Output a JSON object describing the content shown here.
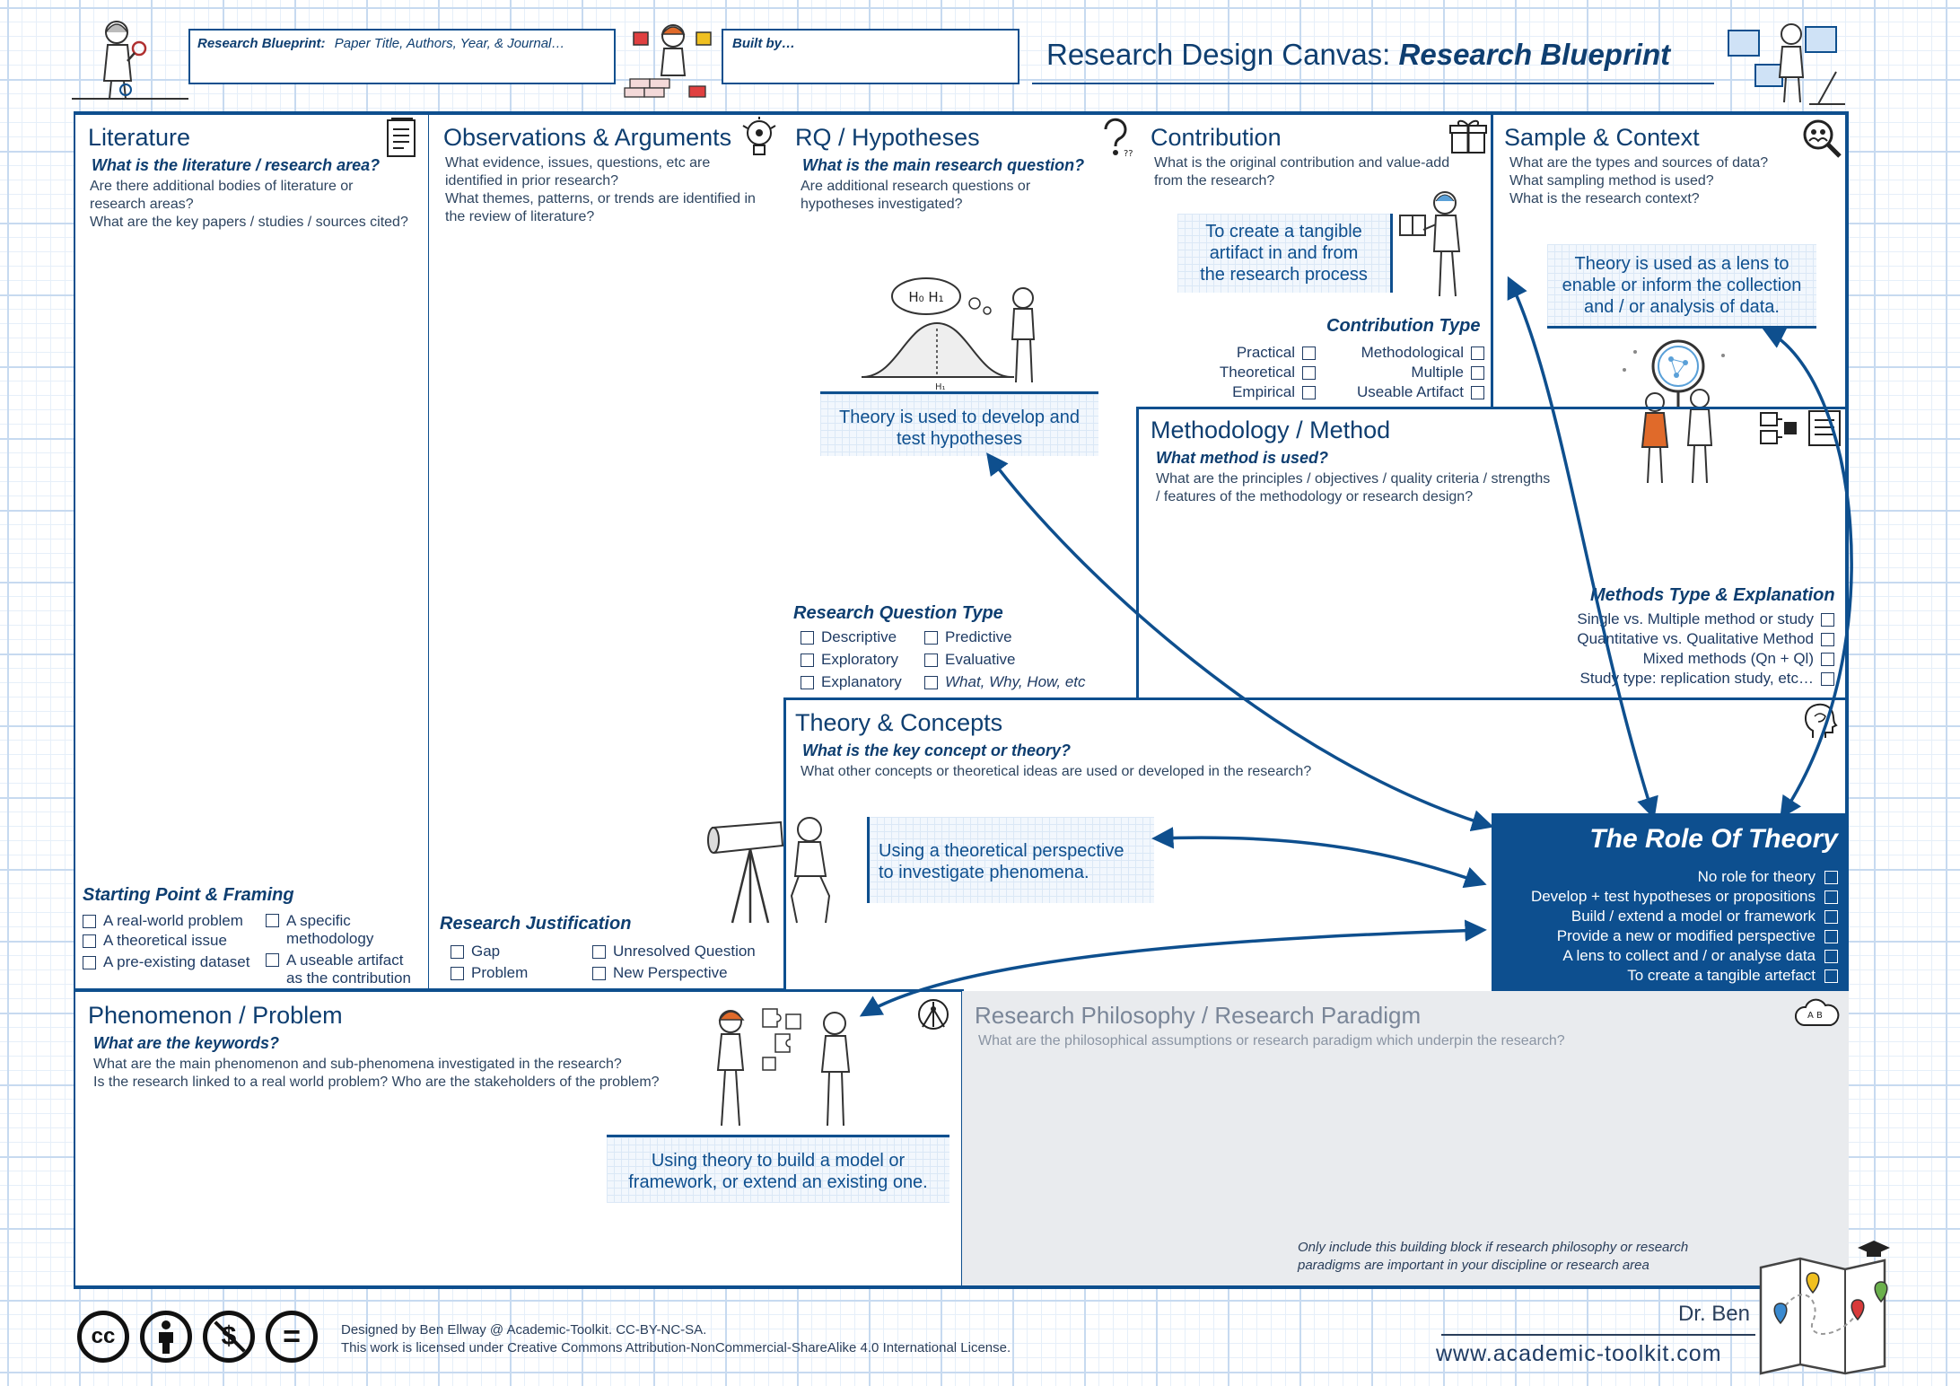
{
  "header": {
    "blueprint_label": "Research Blueprint:",
    "blueprint_value": "Paper Title, Authors, Year, & Journal…",
    "built_by_label": "Built by…",
    "canvas_title": "Research Design Canvas:",
    "canvas_subtitle": "Research Blueprint"
  },
  "literature": {
    "title": "Literature",
    "question": "What is the literature / research area?",
    "desc": [
      "Are there additional bodies of literature or",
      "research areas?",
      "What are the key papers / studies / sources cited?"
    ],
    "framing_title": "Starting Point & Framing",
    "framing_items": [
      "A real-world problem",
      "A theoretical issue",
      "A pre-existing dataset",
      "A specific",
      "methodology",
      "A useable artifact",
      "as the contribution"
    ]
  },
  "observations": {
    "title": "Observations & Arguments",
    "desc": [
      "What evidence, issues, questions, etc are",
      "identified in prior research?",
      "What themes, patterns, or trends are identified in",
      "the review of literature?"
    ],
    "justification_title": "Research Justification",
    "justification_items": [
      "Gap",
      "Problem",
      "Unresolved Question",
      "New Perspective"
    ]
  },
  "rq": {
    "title": "RQ / Hypotheses",
    "question": "What is the main research question?",
    "desc": [
      "Are additional research questions or",
      "hypotheses investigated?"
    ],
    "callout": [
      "Theory is used to develop and",
      "test hypotheses"
    ],
    "bubble": "H₀ H₁",
    "axis_label": "H₁",
    "type_title": "Research Question Type",
    "types": [
      "Descriptive",
      "Exploratory",
      "Explanatory",
      "Predictive",
      "Evaluative",
      "What, Why, How, etc"
    ]
  },
  "contribution": {
    "title": "Contribution",
    "desc": [
      "What is the original contribution and value-add",
      "from the research?"
    ],
    "callout": [
      "To create a tangible",
      "artifact in and from",
      "the research process"
    ],
    "type_title": "Contribution Type",
    "types": [
      "Practical",
      "Theoretical",
      "Empirical",
      "Methodological",
      "Multiple",
      "Useable Artifact"
    ]
  },
  "sample": {
    "title": "Sample & Context",
    "desc": [
      "What are the types and sources of data?",
      "What sampling method is used?",
      "What is the research context?"
    ],
    "callout": [
      "Theory is used as a lens to",
      "enable or inform the collection",
      "and / or analysis of data."
    ]
  },
  "methodology": {
    "title": "Methodology / Method",
    "question": "What method is used?",
    "desc": [
      "What are the principles / objectives / quality criteria / strengths",
      "/ features of the methodology or research design?"
    ],
    "type_title": "Methods Type & Explanation",
    "items": [
      "Single vs. Multiple method or study",
      "Quantitative vs. Qualitative Method",
      "Mixed methods (Qn + Ql)",
      "Study type: replication study, etc…"
    ]
  },
  "theory": {
    "title": "Theory & Concepts",
    "question": "What is the key concept or theory?",
    "desc": "What other concepts or theoretical ideas are used or developed in the research?",
    "callout": [
      "Using a theoretical perspective",
      "to investigate phenomena."
    ]
  },
  "role": {
    "title": "The Role Of Theory",
    "items": [
      "No role for theory",
      "Develop + test hypotheses or propositions",
      "Build / extend a model or framework",
      "Provide a new or modified perspective",
      "A lens to collect and / or analyse data",
      "To create a tangible artefact"
    ]
  },
  "phenomenon": {
    "title": "Phenomenon / Problem",
    "question": "What are the keywords?",
    "desc": [
      "What are the main phenomenon and sub-phenomena investigated in the research?",
      "Is the research linked to a real world problem? Who are the stakeholders of the problem?"
    ],
    "callout": [
      "Using theory to build a model or",
      "framework, or extend an existing one."
    ]
  },
  "philosophy": {
    "title": "Research Philosophy / Research Paradigm",
    "desc": "What are the philosophical assumptions or research paradigm which underpin the research?",
    "note": [
      "Only include this building block if research philosophy or research",
      "paradigms are important in your discipline or research area"
    ]
  },
  "footer": {
    "cc_labels": [
      "cc",
      "$",
      "="
    ],
    "credit": "Designed by Ben Ellway @ Academic-Toolkit. CC-BY-NC-SA.",
    "license": "This work is licensed under Creative Commons Attribution-NonCommercial-ShareAlike 4.0 International License.",
    "author": "Dr. Ben",
    "url": "www.academic-toolkit.com"
  },
  "colors": {
    "accent": "#0e4f8e",
    "role_bg": "#0d4f8f",
    "philosophy_bg": "#e9ebee"
  }
}
